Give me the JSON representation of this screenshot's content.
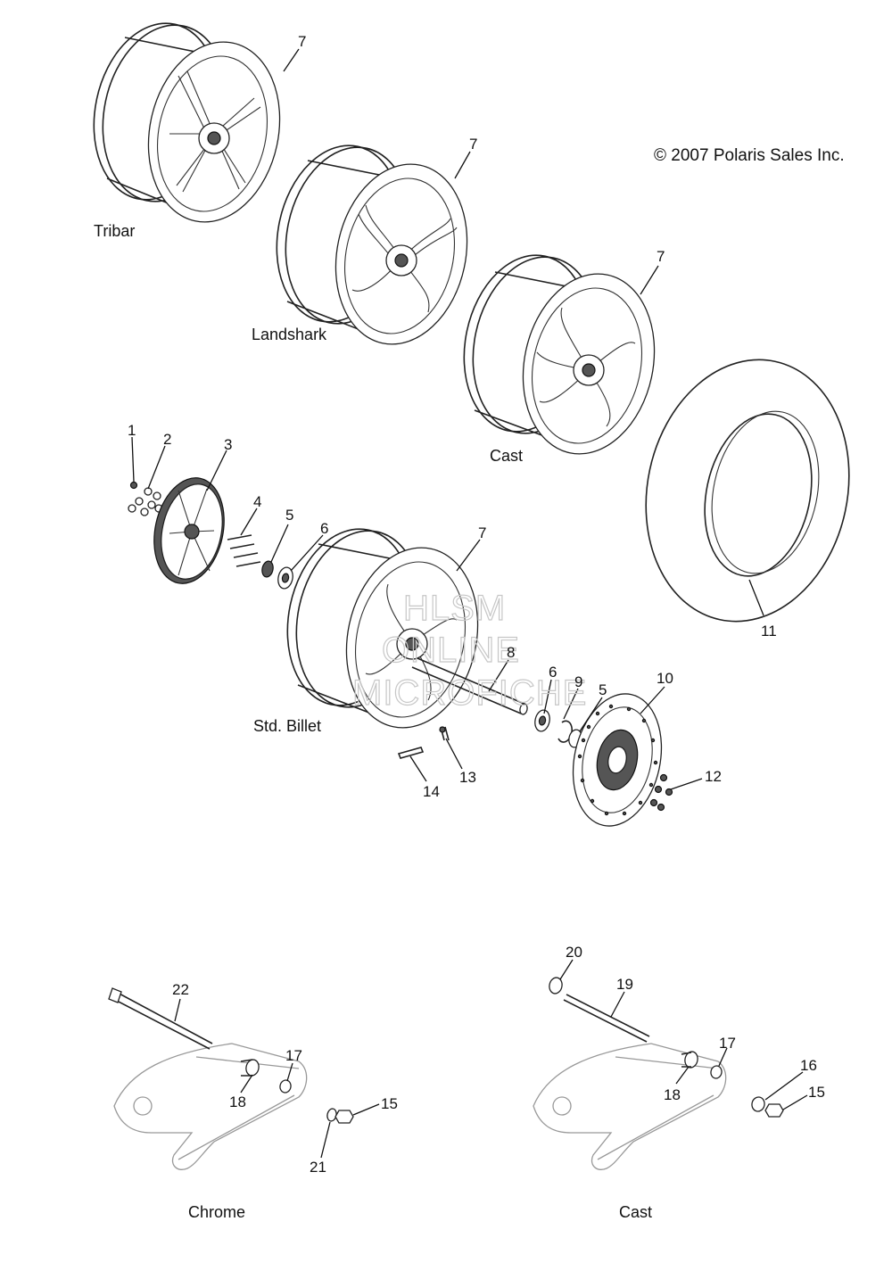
{
  "copyright": "© 2007 Polaris Sales Inc.",
  "watermark": [
    "HLSM",
    "ONLINE",
    "MICROFICHE"
  ],
  "variant_labels": {
    "tribar": "Tribar",
    "landshark": "Landshark",
    "cast_wheel": "Cast",
    "std_billet": "Std. Billet",
    "chrome_arm": "Chrome",
    "cast_arm": "Cast"
  },
  "callouts": {
    "c1": "1",
    "c2": "2",
    "c3": "3",
    "c4": "4",
    "c5a": "5",
    "c6a": "6",
    "c7_tribar": "7",
    "c7_landshark": "7",
    "c7_cast": "7",
    "c7_billet": "7",
    "c8": "8",
    "c6b": "6",
    "c9": "9",
    "c5b": "5",
    "c10": "10",
    "c11": "11",
    "c12": "12",
    "c13": "13",
    "c14": "14",
    "c22": "22",
    "c17a": "17",
    "c18a": "18",
    "c15a": "15",
    "c21": "21",
    "c20": "20",
    "c19": "19",
    "c17b": "17",
    "c18b": "18",
    "c16": "16",
    "c15b": "15"
  },
  "colors": {
    "line": "#222222",
    "watermark": "#c7c7c7",
    "swingarm": "#999999"
  }
}
